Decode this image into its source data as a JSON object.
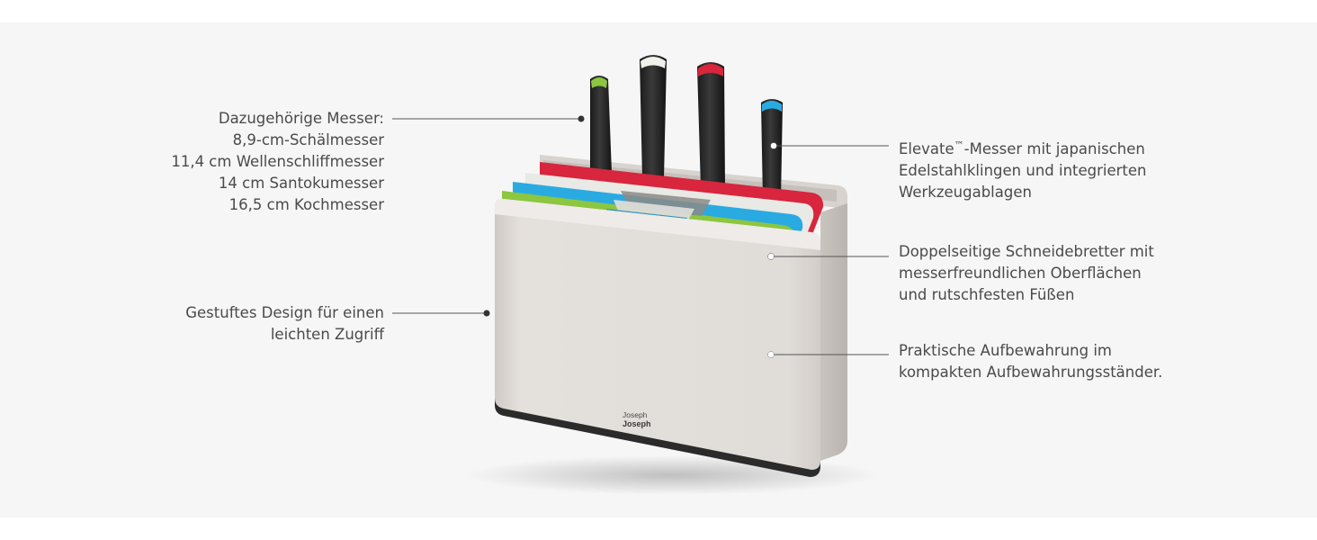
{
  "callouts": {
    "knives_included": {
      "lines": [
        "Dazugehörige Messer:",
        "8,9-cm-Schälmesser",
        "11,4 cm Wellenschliffmesser",
        "14 cm Santokumesser",
        "16,5 cm Kochmesser"
      ]
    },
    "tiered_design": {
      "lines": [
        "Gestuftes Design für einen",
        "leichten Zugriff"
      ]
    },
    "elevate_knives": {
      "line1_before": "Elevate",
      "line1_tm": "™",
      "line1_after": "-Messer mit japanischen",
      "line2": "Edelstahlklingen und integrierten",
      "line3": "Werkzeugablagen"
    },
    "cutting_boards": {
      "lines": [
        "Doppelseitige Schneidebretter mit",
        "messerfreundlichen Oberflächen",
        "und rutschfesten Füßen"
      ]
    },
    "storage": {
      "lines": [
        "Praktische Aufbewahrung im",
        "kompakten Aufbewahrungsständer."
      ]
    }
  },
  "product": {
    "brand_logo_line1": "Joseph",
    "brand_logo_line2": "Joseph",
    "board_colors": [
      "#d7263d",
      "#e9e9e6",
      "#29abe2",
      "#8dc63f"
    ],
    "knife_tip_colors": [
      "#8dc63f",
      "#f1f1ec",
      "#d7263d",
      "#29abe2"
    ],
    "block_color": "#dedad6"
  },
  "colors": {
    "background": "#f6f6f6",
    "text": "#4a4a4a",
    "leader_line": "#555555"
  }
}
